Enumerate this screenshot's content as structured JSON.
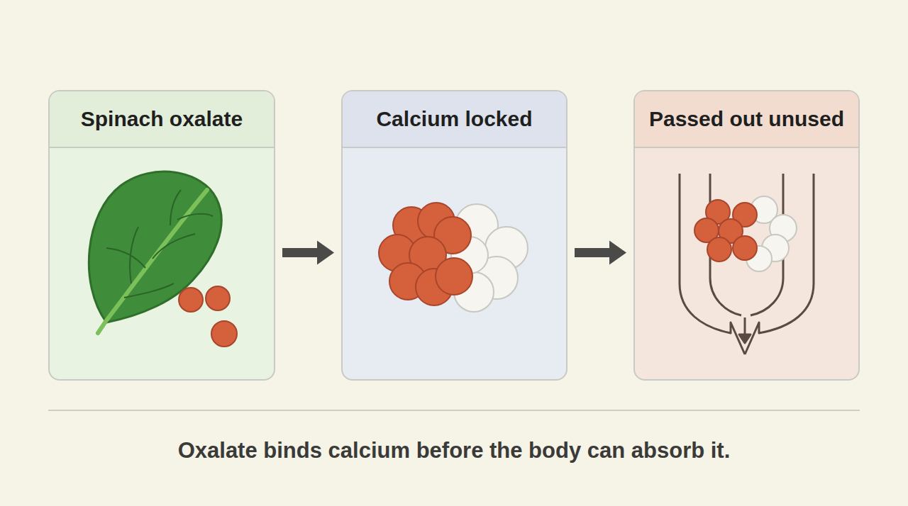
{
  "diagram": {
    "caption": "Oxalate binds calcium before the body can absorb it.",
    "nodes": [
      {
        "text": [
          "Spinach oxalate"
        ]
      },
      {
        "text": [
          "Calcium locked"
        ]
      },
      {
        "text": [
          "Passed out unused"
        ]
      }
    ],
    "edges": [
      {
        "from": 0,
        "to": 1,
        "arrow": "to"
      },
      {
        "from": 1,
        "to": 2,
        "arrow": "to"
      }
    ]
  }
}
